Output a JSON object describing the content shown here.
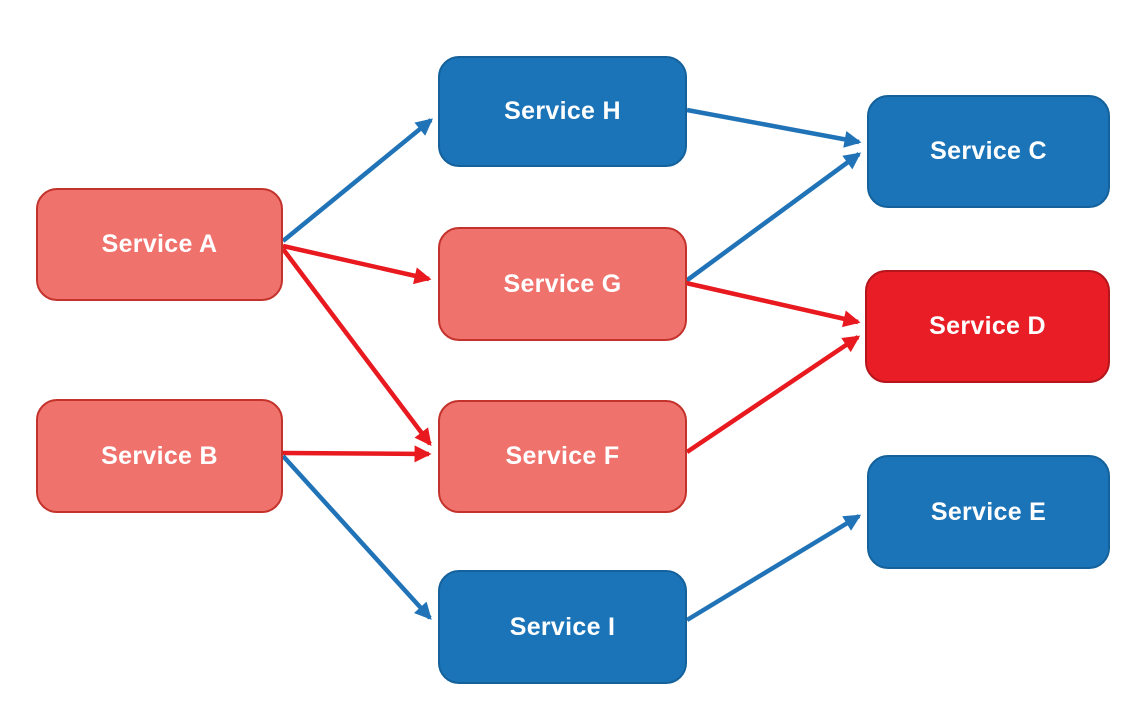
{
  "diagram": {
    "nodes": [
      {
        "id": "A",
        "label": "Service A",
        "variant": "salmon"
      },
      {
        "id": "B",
        "label": "Service B",
        "variant": "salmon"
      },
      {
        "id": "H",
        "label": "Service H",
        "variant": "blue"
      },
      {
        "id": "G",
        "label": "Service G",
        "variant": "salmon"
      },
      {
        "id": "F",
        "label": "Service F",
        "variant": "salmon"
      },
      {
        "id": "I",
        "label": "Service I",
        "variant": "blue"
      },
      {
        "id": "C",
        "label": "Service C",
        "variant": "blue"
      },
      {
        "id": "D",
        "label": "Service D",
        "variant": "red"
      },
      {
        "id": "E",
        "label": "Service E",
        "variant": "blue"
      }
    ],
    "edges": [
      {
        "from": "Service A",
        "to": "Service H",
        "color": "blue"
      },
      {
        "from": "Service A",
        "to": "Service G",
        "color": "red"
      },
      {
        "from": "Service A",
        "to": "Service F",
        "color": "red"
      },
      {
        "from": "Service B",
        "to": "Service F",
        "color": "red"
      },
      {
        "from": "Service B",
        "to": "Service I",
        "color": "blue"
      },
      {
        "from": "Service H",
        "to": "Service C",
        "color": "blue"
      },
      {
        "from": "Service G",
        "to": "Service C",
        "color": "blue"
      },
      {
        "from": "Service G",
        "to": "Service D",
        "color": "red"
      },
      {
        "from": "Service F",
        "to": "Service D",
        "color": "red"
      },
      {
        "from": "Service I",
        "to": "Service E",
        "color": "blue"
      }
    ],
    "colors": {
      "node_salmon_fill": "#F0726D",
      "node_salmon_border": "#C4332B",
      "node_blue_fill": "#1B74B8",
      "node_blue_border": "#14619B",
      "node_red_fill": "#E81D25",
      "node_red_border": "#B4161C",
      "arrow_blue": "#2173B7",
      "arrow_red": "#E8191F",
      "label_text": "#FFFFFF",
      "background": "#FFFFFF"
    }
  }
}
